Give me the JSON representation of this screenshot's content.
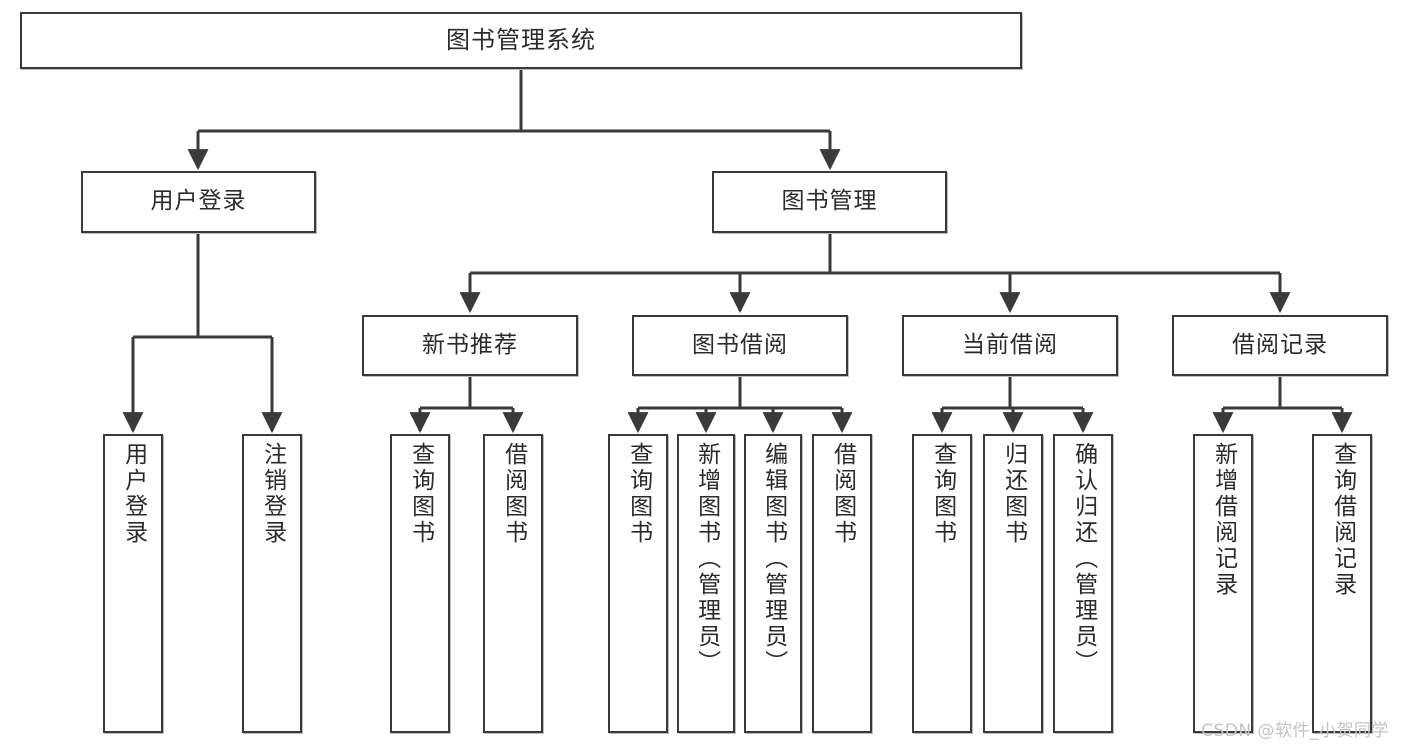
{
  "diagram": {
    "type": "tree",
    "title": "图书管理系统",
    "stroke_color": "#3a3a3a",
    "text_color": "#2b2b2b",
    "background_color": "#ffffff"
  },
  "nodes": {
    "root": {
      "label": "图书管理系统"
    },
    "level2": [
      {
        "label": "用户登录"
      },
      {
        "label": "图书管理"
      }
    ],
    "level3": [
      {
        "label": "新书推荐"
      },
      {
        "label": "图书借阅"
      },
      {
        "label": "当前借阅"
      },
      {
        "label": "借阅记录"
      }
    ],
    "leaves": [
      {
        "label": "用户登录",
        "parent": "用户登录"
      },
      {
        "label": "注销登录",
        "parent": "用户登录"
      },
      {
        "label": "查询图书",
        "parent": "新书推荐"
      },
      {
        "label": "借阅图书",
        "parent": "新书推荐"
      },
      {
        "label": "查询图书",
        "parent": "图书借阅"
      },
      {
        "label": "新增图书（管理员）",
        "parent": "图书借阅"
      },
      {
        "label": "编辑图书（管理员）",
        "parent": "图书借阅"
      },
      {
        "label": "借阅图书",
        "parent": "图书借阅"
      },
      {
        "label": "查询图书",
        "parent": "当前借阅"
      },
      {
        "label": "归还图书",
        "parent": "当前借阅"
      },
      {
        "label": "确认归还（管理员）",
        "parent": "当前借阅"
      },
      {
        "label": "新增借阅记录",
        "parent": "借阅记录"
      },
      {
        "label": "查询借阅记录",
        "parent": "借阅记录"
      }
    ]
  },
  "watermark": {
    "text": "CSDN @软件_小贺同学"
  }
}
